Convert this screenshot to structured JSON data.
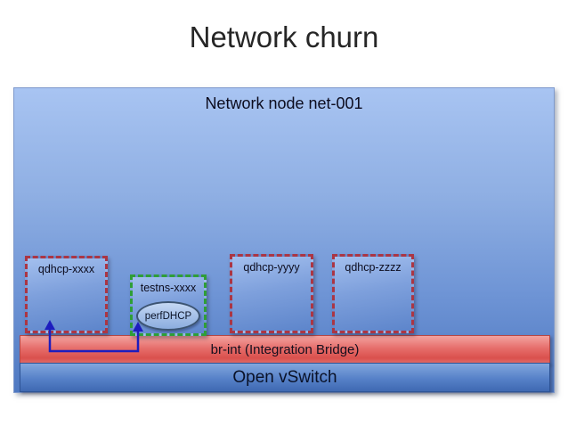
{
  "title": "Network churn",
  "node": {
    "label": "Network node net-001",
    "namespaces": [
      {
        "label": "qdhcp-xxxx",
        "border_color": "#ab3644"
      },
      {
        "label": "testns-xxxx",
        "border_color": "#2f9e38",
        "process": "perfDHCP"
      },
      {
        "label": "qdhcp-yyyy",
        "border_color": "#ab3644"
      },
      {
        "label": "qdhcp-zzzz",
        "border_color": "#ab3644"
      }
    ],
    "bridge": {
      "label": "br-int (Integration Bridge)",
      "fill": "#e05a57"
    },
    "vswitch": {
      "label": "Open vSwitch",
      "fill": "#4f79c2"
    }
  },
  "arrow": {
    "color": "#1d1dbe",
    "connects": [
      "qdhcp-xxxx",
      "testns-xxxx"
    ]
  },
  "colors": {
    "slide_background": "#ffffff",
    "title_text": "#262626",
    "node_fill_top": "#a8c4f2",
    "node_fill_bottom": "#4e78c1",
    "namespace_fill_top": "#a3bfee",
    "namespace_fill_bottom": "#5d85cb",
    "body_text": "#0c0c1e"
  }
}
